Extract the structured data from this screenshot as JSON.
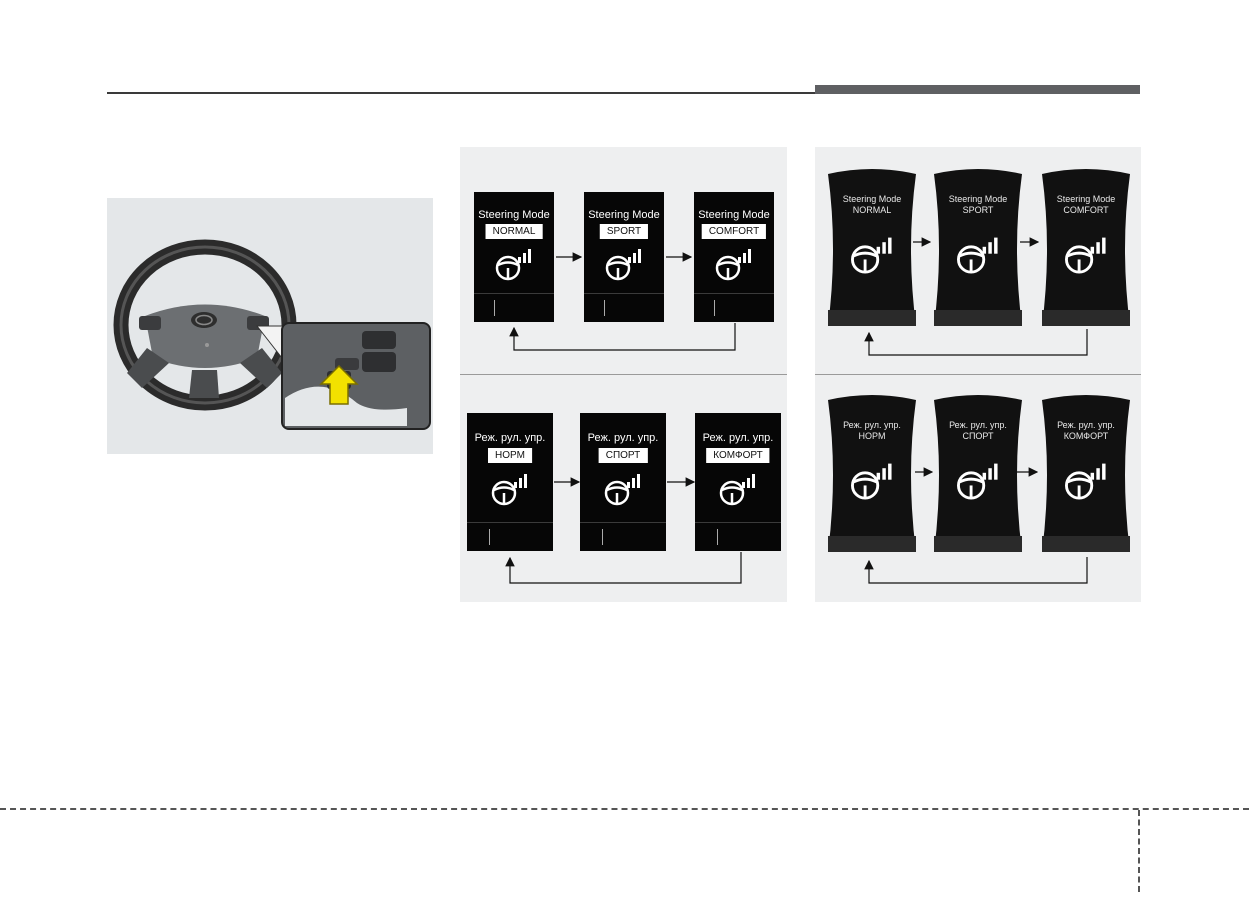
{
  "modes_en": {
    "title": "Steering Mode",
    "items": [
      "NORMAL",
      "SPORT",
      "COMFORT"
    ]
  },
  "modes_ru": {
    "title": "Реж. рул. упр.",
    "items": [
      "НОРМ",
      "СПОРТ",
      "КОМФОРТ"
    ]
  },
  "icons": {
    "steering": "steering-wheel-bars-icon",
    "press_arrow": "up-arrow-icon"
  },
  "colors": {
    "panel": "#eeeff0",
    "screen": "#060606",
    "accent_arrow": "#f2e100",
    "header_bar": "#5f6063"
  }
}
